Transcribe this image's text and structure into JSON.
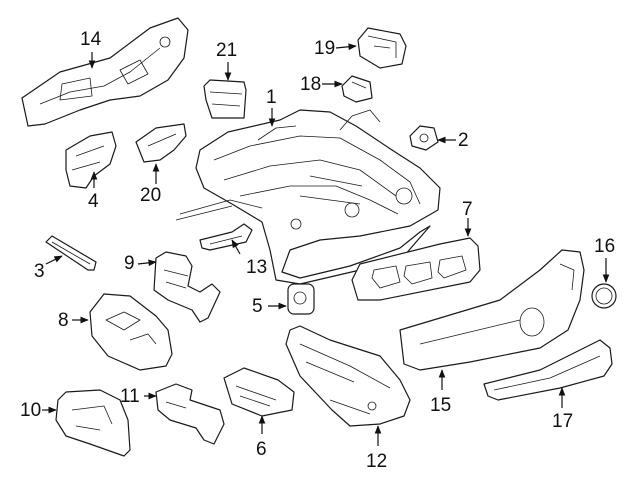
{
  "callouts": {
    "n1": "1",
    "n2": "2",
    "n3": "3",
    "n4": "4",
    "n5": "5",
    "n6": "6",
    "n7": "7",
    "n8": "8",
    "n9": "9",
    "n10": "10",
    "n11": "11",
    "n12": "12",
    "n13": "13",
    "n14": "14",
    "n15": "15",
    "n16": "16",
    "n17": "17",
    "n18": "18",
    "n19": "19",
    "n20": "20",
    "n21": "21"
  }
}
